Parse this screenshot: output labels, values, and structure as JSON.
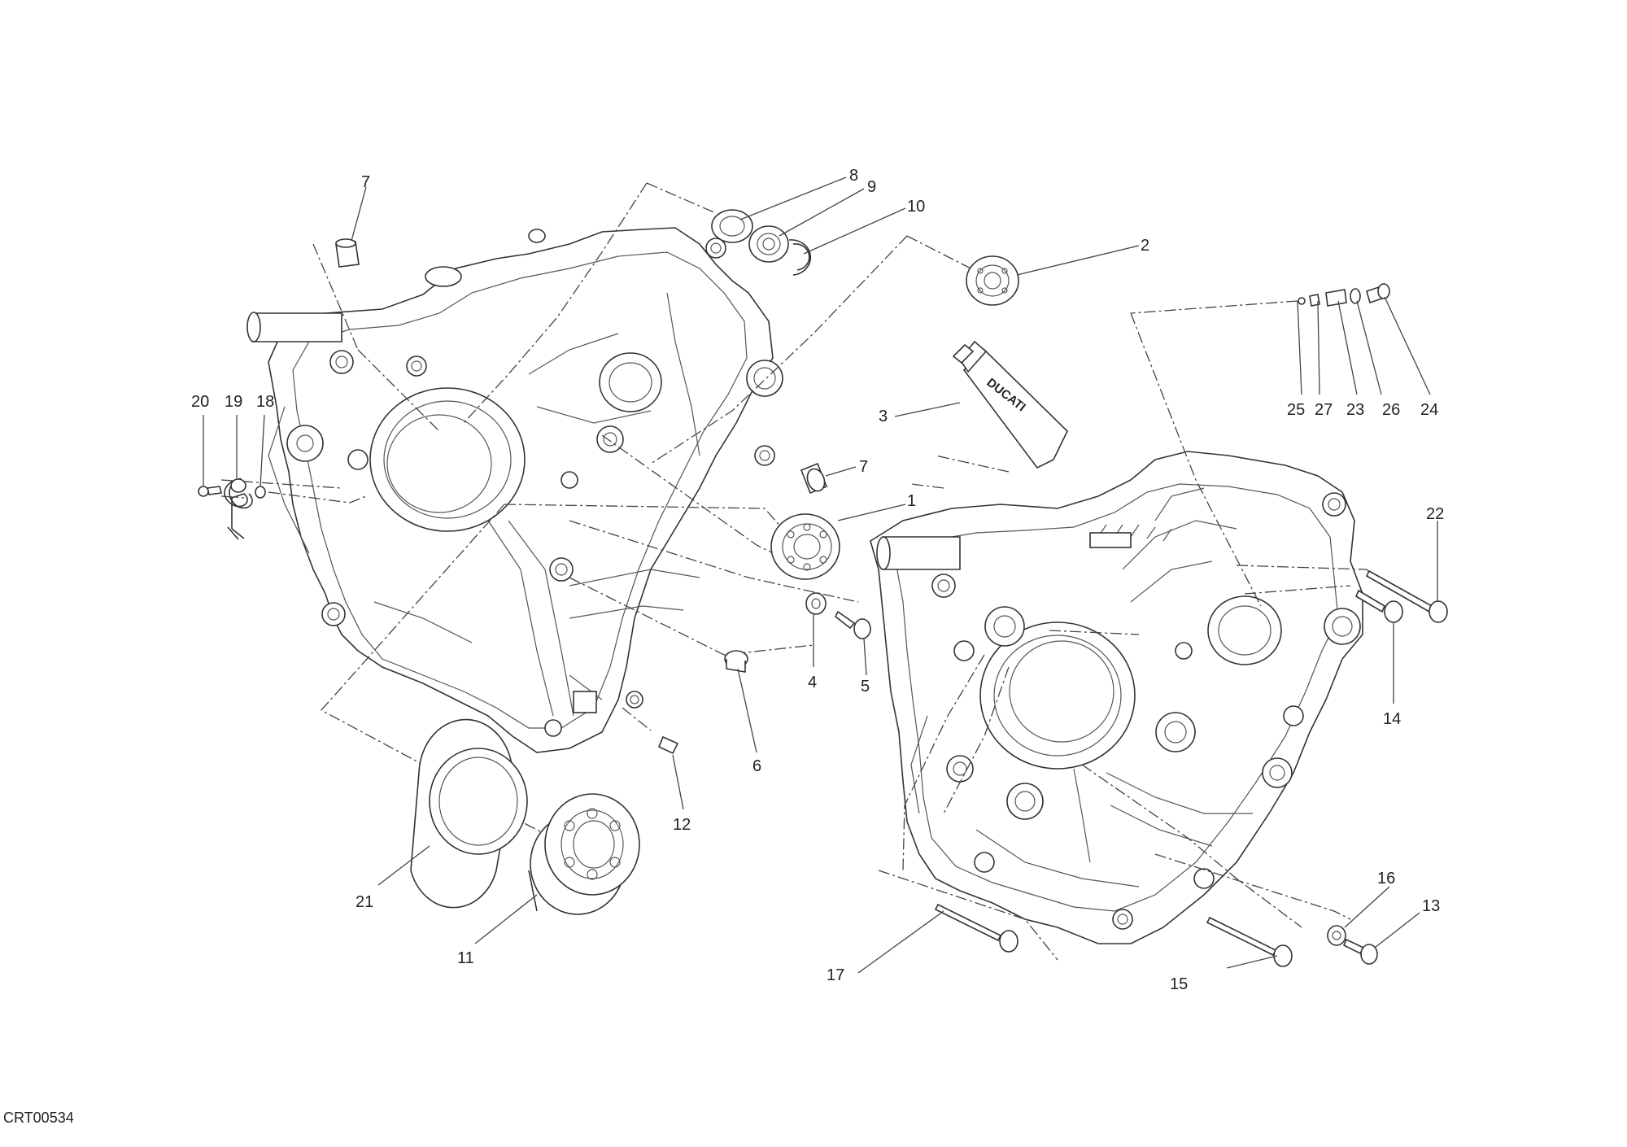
{
  "drawing_code": "CRT00534",
  "tube_brand": "DUCATI",
  "callouts": [
    "1",
    "2",
    "3",
    "4",
    "5",
    "6",
    "7",
    "7",
    "8",
    "9",
    "10",
    "11",
    "12",
    "13",
    "14",
    "15",
    "16",
    "17",
    "18",
    "19",
    "20",
    "21",
    "22",
    "23",
    "24",
    "25",
    "26",
    "27"
  ]
}
